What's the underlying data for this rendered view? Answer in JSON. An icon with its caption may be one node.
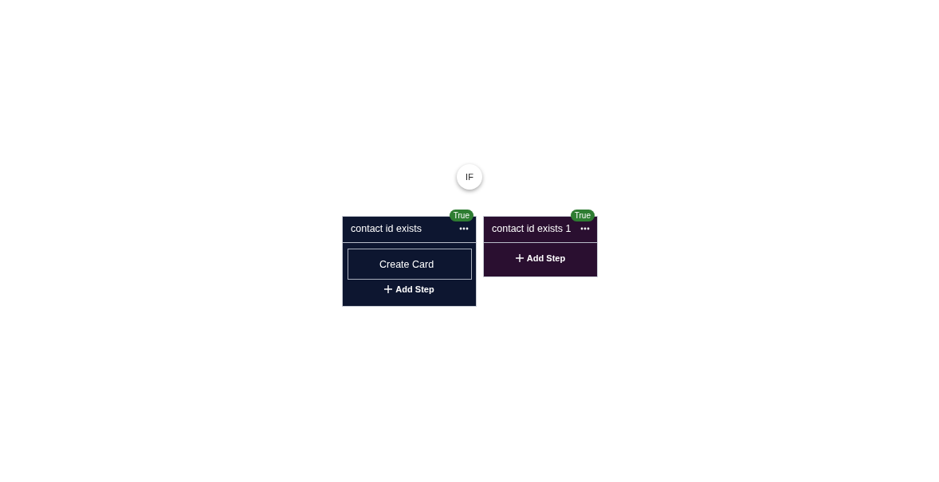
{
  "diagram": {
    "nodes": [
      {
        "text": [
          "IF"
        ]
      },
      {
        "text": [
          "contact id exists",
          "Add Step"
        ],
        "beside": [
          "True"
        ]
      },
      {
        "text": [
          "Create Card"
        ],
        "in": 1
      },
      {
        "text": [
          "contact id exists 1",
          "Add Step"
        ],
        "beside": [
          "True"
        ]
      }
    ]
  }
}
